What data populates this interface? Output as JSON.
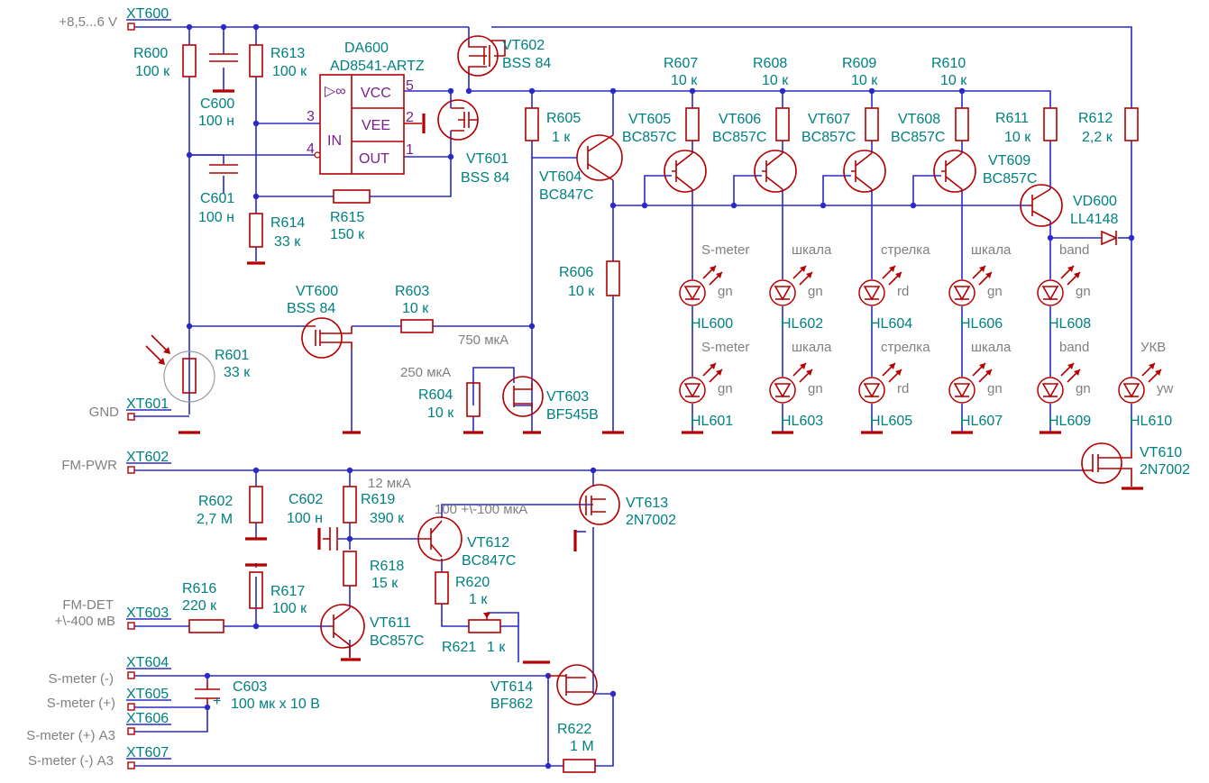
{
  "connectors": [
    {
      "id": "XT600",
      "label": "+8,5...6 V"
    },
    {
      "id": "XT601",
      "label": "GND"
    },
    {
      "id": "XT602",
      "label": "FM-PWR"
    },
    {
      "id": "XT603",
      "label": "FM-DET",
      "label2": "+\\-400 мВ"
    },
    {
      "id": "XT604",
      "label": "S-meter (-)"
    },
    {
      "id": "XT605",
      "label": "S-meter (+)"
    },
    {
      "id": "XT606",
      "label": "S-meter (+) А3"
    },
    {
      "id": "XT607",
      "label": "S-meter (-) А3"
    }
  ],
  "resistors": [
    {
      "ref": "R600",
      "value": "100 к"
    },
    {
      "ref": "R601",
      "value": "33 к"
    },
    {
      "ref": "R602",
      "value": "2,7 М"
    },
    {
      "ref": "R603",
      "value": "10 к"
    },
    {
      "ref": "R604",
      "value": "10 к"
    },
    {
      "ref": "R605",
      "value": "1 к"
    },
    {
      "ref": "R606",
      "value": "10 к"
    },
    {
      "ref": "R607",
      "value": "10 к"
    },
    {
      "ref": "R608",
      "value": "10 к"
    },
    {
      "ref": "R609",
      "value": "10 к"
    },
    {
      "ref": "R610",
      "value": "10 к"
    },
    {
      "ref": "R611",
      "value": "10 к"
    },
    {
      "ref": "R612",
      "value": "2,2 к"
    },
    {
      "ref": "R613",
      "value": "100 к"
    },
    {
      "ref": "R614",
      "value": "33 к"
    },
    {
      "ref": "R615",
      "value": "150 к"
    },
    {
      "ref": "R616",
      "value": "220 к"
    },
    {
      "ref": "R617",
      "value": "100 к"
    },
    {
      "ref": "R618",
      "value": "15 к"
    },
    {
      "ref": "R619",
      "value": "390 к"
    },
    {
      "ref": "R620",
      "value": "1 к"
    },
    {
      "ref": "R621",
      "value": "1 к"
    },
    {
      "ref": "R622",
      "value": "1 М"
    }
  ],
  "capacitors": [
    {
      "ref": "C600",
      "value": "100 н"
    },
    {
      "ref": "C601",
      "value": "100 н"
    },
    {
      "ref": "C602",
      "value": "100 н"
    },
    {
      "ref": "C603",
      "value": "100 мк х 10 В"
    }
  ],
  "transistors": [
    {
      "ref": "VT600",
      "value": "BSS 84"
    },
    {
      "ref": "VT601",
      "value": "BSS 84"
    },
    {
      "ref": "VT602",
      "value": "BSS 84"
    },
    {
      "ref": "VT603",
      "value": "BF545B"
    },
    {
      "ref": "VT604",
      "value": "BC847C"
    },
    {
      "ref": "VT605",
      "value": "BC857C"
    },
    {
      "ref": "VT606",
      "value": "BC857C"
    },
    {
      "ref": "VT607",
      "value": "BC857C"
    },
    {
      "ref": "VT608",
      "value": "BC857C"
    },
    {
      "ref": "VT609",
      "value": "BC857C"
    },
    {
      "ref": "VT610",
      "value": "2N7002"
    },
    {
      "ref": "VT611",
      "value": "BC857C"
    },
    {
      "ref": "VT612",
      "value": "BC847C"
    },
    {
      "ref": "VT613",
      "value": "2N7002"
    },
    {
      "ref": "VT614",
      "value": "BF862"
    }
  ],
  "ic": {
    "ref": "DA600",
    "part": "AD8541-ARTZ",
    "pins": {
      "vcc": "VCC",
      "vee": "VEE",
      "in": "IN",
      "out": "OUT",
      "symbol": "▷∞"
    },
    "pin_numbers": {
      "vcc": "5",
      "vee": "2",
      "inp": "3",
      "inn": "4",
      "out": "1"
    }
  },
  "diode": {
    "ref": "VD600",
    "value": "LL4148"
  },
  "leds": [
    {
      "ref": "HL600",
      "color": "gn",
      "caption": "S-meter"
    },
    {
      "ref": "HL601",
      "color": "gn",
      "caption": "S-meter"
    },
    {
      "ref": "HL602",
      "color": "gn",
      "caption": "шкала"
    },
    {
      "ref": "HL603",
      "color": "gn",
      "caption": "шкала"
    },
    {
      "ref": "HL604",
      "color": "rd",
      "caption": "стрелка"
    },
    {
      "ref": "HL605",
      "color": "rd",
      "caption": "стрелка"
    },
    {
      "ref": "HL606",
      "color": "gn",
      "caption": "шкала"
    },
    {
      "ref": "HL607",
      "color": "gn",
      "caption": "шкала"
    },
    {
      "ref": "HL608",
      "color": "gn",
      "caption": "band"
    },
    {
      "ref": "HL609",
      "color": "gn",
      "caption": "band"
    },
    {
      "ref": "HL610",
      "color": "yw",
      "caption": "УКВ"
    }
  ],
  "currents": {
    "c750": "750 мкА",
    "c250": "250 мкА",
    "c12": "12 мкА",
    "c100": "100 +\\-100 мкА"
  },
  "colors": {
    "wire": "#2a2ac8",
    "component": "#b40000",
    "label": "#008080",
    "ic_text": "#7a1f8a",
    "annotation": "#808080"
  }
}
